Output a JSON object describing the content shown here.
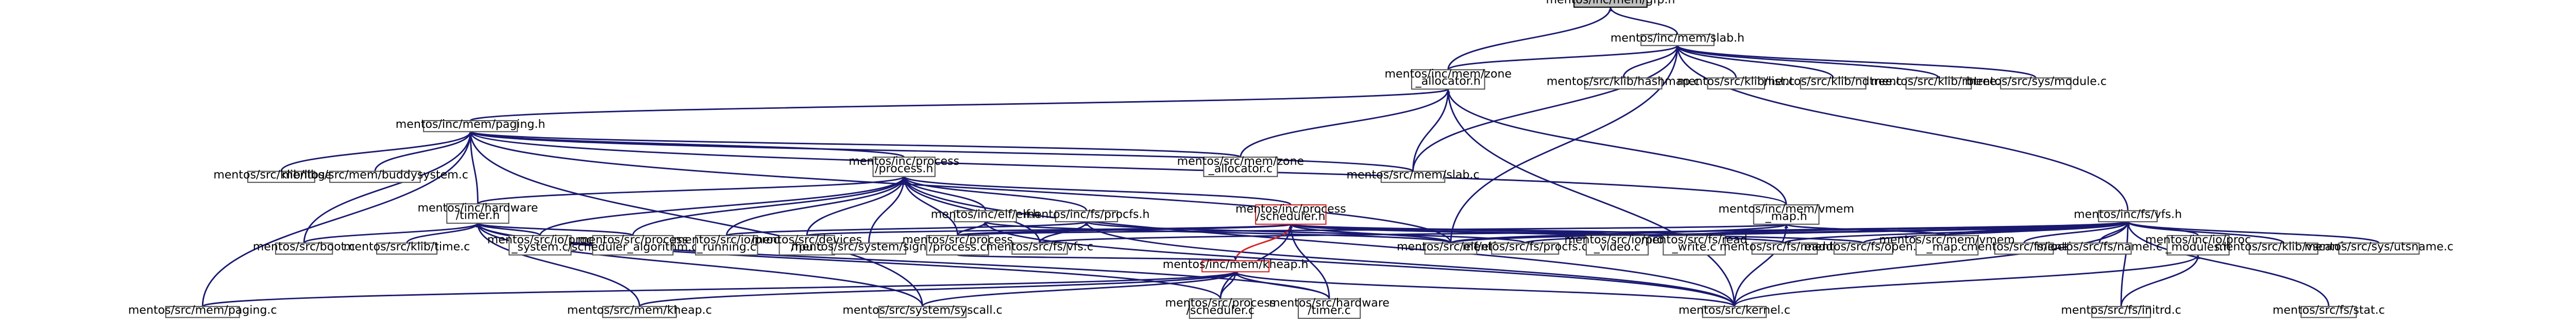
{
  "graph": {
    "root": "mentos/inc/mem/gfp.h",
    "nodes": {
      "gfp": [
        "mentos/inc/mem/gfp.h"
      ],
      "slab_h": [
        "mentos/inc/mem/slab.h"
      ],
      "zone_alloc_h": [
        "mentos/inc/mem/zone",
        "_allocator.h"
      ],
      "paging_h": [
        "mentos/inc/mem/paging.h"
      ],
      "hashmap": [
        "mentos/src/klib/hashmap.c"
      ],
      "list": [
        "mentos/src/klib/list.c"
      ],
      "ndtree": [
        "mentos/src/klib/ndtree.c"
      ],
      "rbtree": [
        "mentos/src/klib/rbtree.c"
      ],
      "module_c": [
        "mentos/src/sys/module.c"
      ],
      "libgen": [
        "mentos/src/klib/libgen.c"
      ],
      "buddysystem": [
        "mentos/src/mem/buddysystem.c"
      ],
      "zone_alloc_c": [
        "mentos/src/mem/zone",
        "_allocator.c"
      ],
      "slab_c": [
        "mentos/src/mem/slab.c"
      ],
      "process_h": [
        "mentos/inc/process",
        "/process.h"
      ],
      "timer_h": [
        "mentos/inc/hardware",
        "/timer.h"
      ],
      "elf_h": [
        "mentos/inc/elf/elf.h"
      ],
      "procfs_h": [
        "mentos/inc/fs/procfs.h"
      ],
      "scheduler_h": [
        "mentos/inc/process",
        "/scheduler.h"
      ],
      "vmem_map_h": [
        "mentos/inc/mem/vmem",
        "_map.h"
      ],
      "vfs_h": [
        "mentos/inc/fs/vfs.h"
      ],
      "boot": [
        "mentos/src/boot.c"
      ],
      "ktime": [
        "mentos/src/klib/time.c"
      ],
      "proc_system": [
        "mentos/src/io/proc",
        "_system.c"
      ],
      "sched_algo": [
        "mentos/src/process",
        "/scheduler_algorithm.c"
      ],
      "proc_running": [
        "mentos/src/io/proc",
        "_running.c"
      ],
      "fpu": [
        "mentos/src/devices",
        "/fpu.c"
      ],
      "signal": [
        "mentos/src/system/signal.c"
      ],
      "process_c": [
        "mentos/src/process",
        "/process.c"
      ],
      "vfs_c": [
        "mentos/src/fs/vfs.c"
      ],
      "elf_c": [
        "mentos/src/elf/elf.c"
      ],
      "procfs_c": [
        "mentos/src/fs/procfs.c"
      ],
      "proc_video": [
        "mentos/src/io/proc",
        "_video.c"
      ],
      "read_write": [
        "mentos/src/fs/read",
        "_write.c"
      ],
      "readdir": [
        "mentos/src/fs/readdir.c"
      ],
      "open": [
        "mentos/src/fs/open.c"
      ],
      "vmem_map_c": [
        "mentos/src/mem/vmem",
        "_map.c"
      ],
      "ioctl": [
        "mentos/src/fs/ioctl.c"
      ],
      "namei": [
        "mentos/src/fs/namei.c"
      ],
      "proc_modules_h": [
        "mentos/inc/io/proc",
        "_modules.h"
      ],
      "vsscanf": [
        "mentos/src/klib/vscanf.c"
      ],
      "utsname": [
        "mentos/src/sys/utsname.c"
      ],
      "kheap_h": [
        "mentos/inc/mem/kheap.h"
      ],
      "paging_c": [
        "mentos/src/mem/paging.c"
      ],
      "kheap_c": [
        "mentos/src/mem/kheap.c"
      ],
      "syscall": [
        "mentos/src/system/syscall.c"
      ],
      "scheduler_c": [
        "mentos/src/process",
        "/scheduler.c"
      ],
      "timer_c": [
        "mentos/src/hardware",
        "/timer.c"
      ],
      "kernel": [
        "mentos/src/kernel.c"
      ],
      "initrd": [
        "mentos/src/fs/initrd.c"
      ],
      "stat": [
        "mentos/src/fs/stat.c"
      ]
    }
  }
}
